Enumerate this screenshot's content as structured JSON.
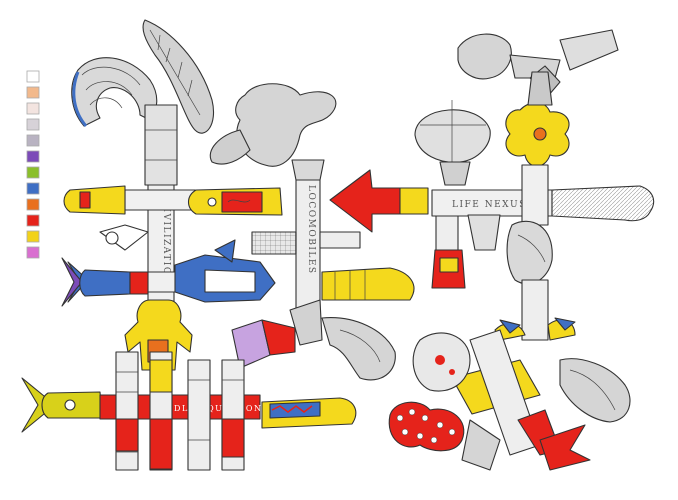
{
  "artwork": {
    "labels": {
      "civilization": "CIVILIZATION",
      "locomobiles": "LOCOMOBILES",
      "life_nexus": "LIFE NEXUS",
      "doodle_squadron": "DOODLE SQUADRON"
    }
  },
  "palette": {
    "swatches": [
      "#ffffff",
      "#f2b98c",
      "#f3e4e0",
      "#d7d2d8",
      "#b9b3c2",
      "#7c4bb8",
      "#8bbf2a",
      "#3f6fc4",
      "#e9701e",
      "#e5231b",
      "#f2d21a",
      "#d96fd0"
    ]
  }
}
